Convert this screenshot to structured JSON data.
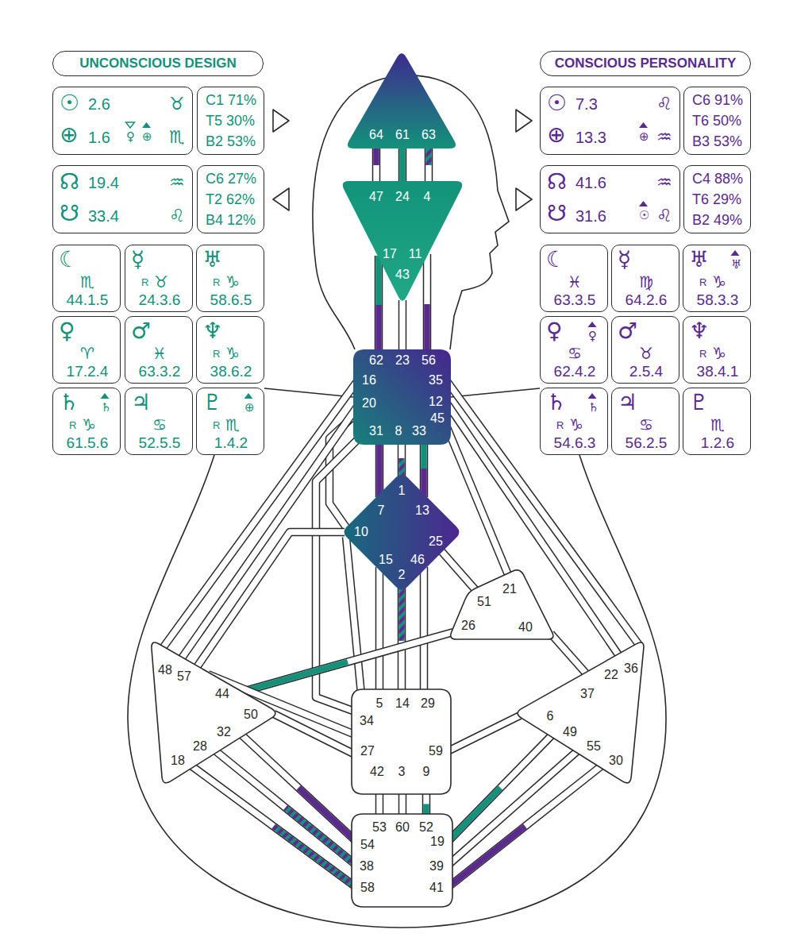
{
  "diagram": {
    "nodes": [
      {
        "text": [
          "UNCONSCIOUS DESIGN"
        ]
      },
      {
        "text": [
          "CONSCIOUS PERSONALITY"
        ]
      },
      {
        "text": [
          "☉",
          "2.6",
          "♉",
          "⊕",
          "1.6",
          "♀",
          "⊕",
          "♏"
        ]
      },
      {
        "text": [
          "C1 71%",
          "T5 30%",
          "B2 53%"
        ]
      },
      {
        "text": [
          "☉",
          "7.3",
          "♌",
          "⊕",
          "13.3",
          "⊕",
          "♒"
        ]
      },
      {
        "text": [
          "C6 91%",
          "T6 50%",
          "B3 53%"
        ]
      },
      {
        "text": [
          "☊",
          "19.4",
          "♒",
          "☋",
          "33.4",
          "♌"
        ]
      },
      {
        "text": [
          "C6 27%",
          "T2 62%",
          "B4 12%"
        ]
      },
      {
        "text": [
          "☊",
          "41.6",
          "♒",
          "☋",
          "31.6",
          "☉",
          "♌"
        ]
      },
      {
        "text": [
          "C4 88%",
          "T6 29%",
          "B2 49%"
        ]
      },
      {
        "text": [
          "☾",
          "♏",
          "44.1.5"
        ]
      },
      {
        "text": [
          "☿",
          "R",
          "♉",
          "24.3.6"
        ]
      },
      {
        "text": [
          "♅",
          "R",
          "♑",
          "58.6.5"
        ]
      },
      {
        "text": [
          "♀",
          "♈",
          "17.2.4"
        ]
      },
      {
        "text": [
          "♂",
          "♓",
          "63.3.2"
        ]
      },
      {
        "text": [
          "♆",
          "R",
          "♑",
          "38.6.2"
        ]
      },
      {
        "text": [
          "♄",
          "♄",
          "R",
          "♑",
          "61.5.6"
        ]
      },
      {
        "text": [
          "♃",
          "♋",
          "52.5.5"
        ]
      },
      {
        "text": [
          "♇",
          "⊕",
          "R",
          "♏",
          "1.4.2"
        ]
      },
      {
        "text": [
          "☾",
          "♓",
          "63.3.5"
        ]
      },
      {
        "text": [
          "☿",
          "♍",
          "64.2.6"
        ]
      },
      {
        "text": [
          "♅",
          "♅",
          "R",
          "♑",
          "58.3.3"
        ]
      },
      {
        "text": [
          "♀",
          "♀",
          "♋",
          "62.4.2"
        ]
      },
      {
        "text": [
          "♂",
          "♉",
          "2.5.4"
        ]
      },
      {
        "text": [
          "♆",
          "R",
          "♑",
          "38.4.1"
        ]
      },
      {
        "text": [
          "♄",
          "♄",
          "R",
          "♑",
          "54.6.3"
        ]
      },
      {
        "text": [
          "♃",
          "♋",
          "56.2.5"
        ]
      },
      {
        "text": [
          "♇",
          "♏",
          "1.2.6"
        ]
      },
      {
        "text": [
          "64",
          "61",
          "63"
        ]
      },
      {
        "text": [
          "47",
          "24",
          "4",
          "17",
          "43",
          "11"
        ]
      },
      {
        "text": [
          "62",
          "23",
          "56",
          "16",
          "35",
          "20",
          "12",
          "31",
          "8",
          "33",
          "45"
        ]
      },
      {
        "text": [
          "1",
          "7",
          "13",
          "10",
          "25",
          "15",
          "46",
          "2"
        ]
      },
      {
        "text": [
          "21",
          "51",
          "26",
          "40"
        ]
      },
      {
        "text": [
          "48",
          "57",
          "44",
          "50",
          "32",
          "28",
          "18"
        ]
      },
      {
        "text": [
          "5",
          "14",
          "29",
          "34",
          "27",
          "59",
          "42",
          "3",
          "9"
        ]
      },
      {
        "text": [
          "36",
          "22",
          "37",
          "6",
          "49",
          "55",
          "30"
        ]
      },
      {
        "text": [
          "53",
          "60",
          "52",
          "54",
          "19",
          "38",
          "39",
          "58",
          "41"
        ]
      }
    ],
    "edges": [
      {
        "from": 28,
        "to": 29,
        "arrow": "none"
      },
      {
        "from": 28,
        "to": 29,
        "arrow": "none"
      },
      {
        "from": 28,
        "to": 29,
        "arrow": "none"
      },
      {
        "from": 29,
        "to": 30,
        "arrow": "none"
      },
      {
        "from": 29,
        "to": 30,
        "arrow": "none"
      },
      {
        "from": 29,
        "to": 30,
        "arrow": "none"
      },
      {
        "from": 30,
        "to": 31,
        "arrow": "none"
      },
      {
        "from": 30,
        "to": 31,
        "arrow": "none"
      },
      {
        "from": 30,
        "to": 31,
        "arrow": "none"
      },
      {
        "from": 31,
        "to": 30,
        "arrow": "none"
      },
      {
        "from": 30,
        "to": 33,
        "arrow": "none"
      },
      {
        "from": 30,
        "to": 33,
        "arrow": "none"
      },
      {
        "from": 30,
        "to": 34,
        "arrow": "none"
      },
      {
        "from": 30,
        "to": 32,
        "arrow": "none"
      },
      {
        "from": 30,
        "to": 35,
        "arrow": "none"
      },
      {
        "from": 30,
        "to": 35,
        "arrow": "none"
      },
      {
        "from": 31,
        "to": 32,
        "arrow": "none"
      },
      {
        "from": 31,
        "to": 34,
        "arrow": "none"
      },
      {
        "from": 31,
        "to": 34,
        "arrow": "none"
      },
      {
        "from": 31,
        "to": 34,
        "arrow": "none"
      },
      {
        "from": 31,
        "to": 34,
        "arrow": "none"
      },
      {
        "from": 31,
        "to": 33,
        "arrow": "none"
      },
      {
        "from": 32,
        "to": 33,
        "arrow": "none"
      },
      {
        "from": 32,
        "to": 35,
        "arrow": "none"
      },
      {
        "from": 33,
        "to": 34,
        "arrow": "none"
      },
      {
        "from": 33,
        "to": 34,
        "arrow": "none"
      },
      {
        "from": 34,
        "to": 35,
        "arrow": "none"
      },
      {
        "from": 34,
        "to": 36,
        "arrow": "none"
      },
      {
        "from": 34,
        "to": 36,
        "arrow": "none"
      },
      {
        "from": 34,
        "to": 36,
        "arrow": "none"
      },
      {
        "from": 33,
        "to": 36,
        "arrow": "none"
      },
      {
        "from": 33,
        "to": 36,
        "arrow": "none"
      },
      {
        "from": 33,
        "to": 36,
        "arrow": "none"
      },
      {
        "from": 35,
        "to": 36,
        "arrow": "none"
      },
      {
        "from": 35,
        "to": 36,
        "arrow": "none"
      },
      {
        "from": 35,
        "to": 36,
        "arrow": "none"
      }
    ]
  }
}
